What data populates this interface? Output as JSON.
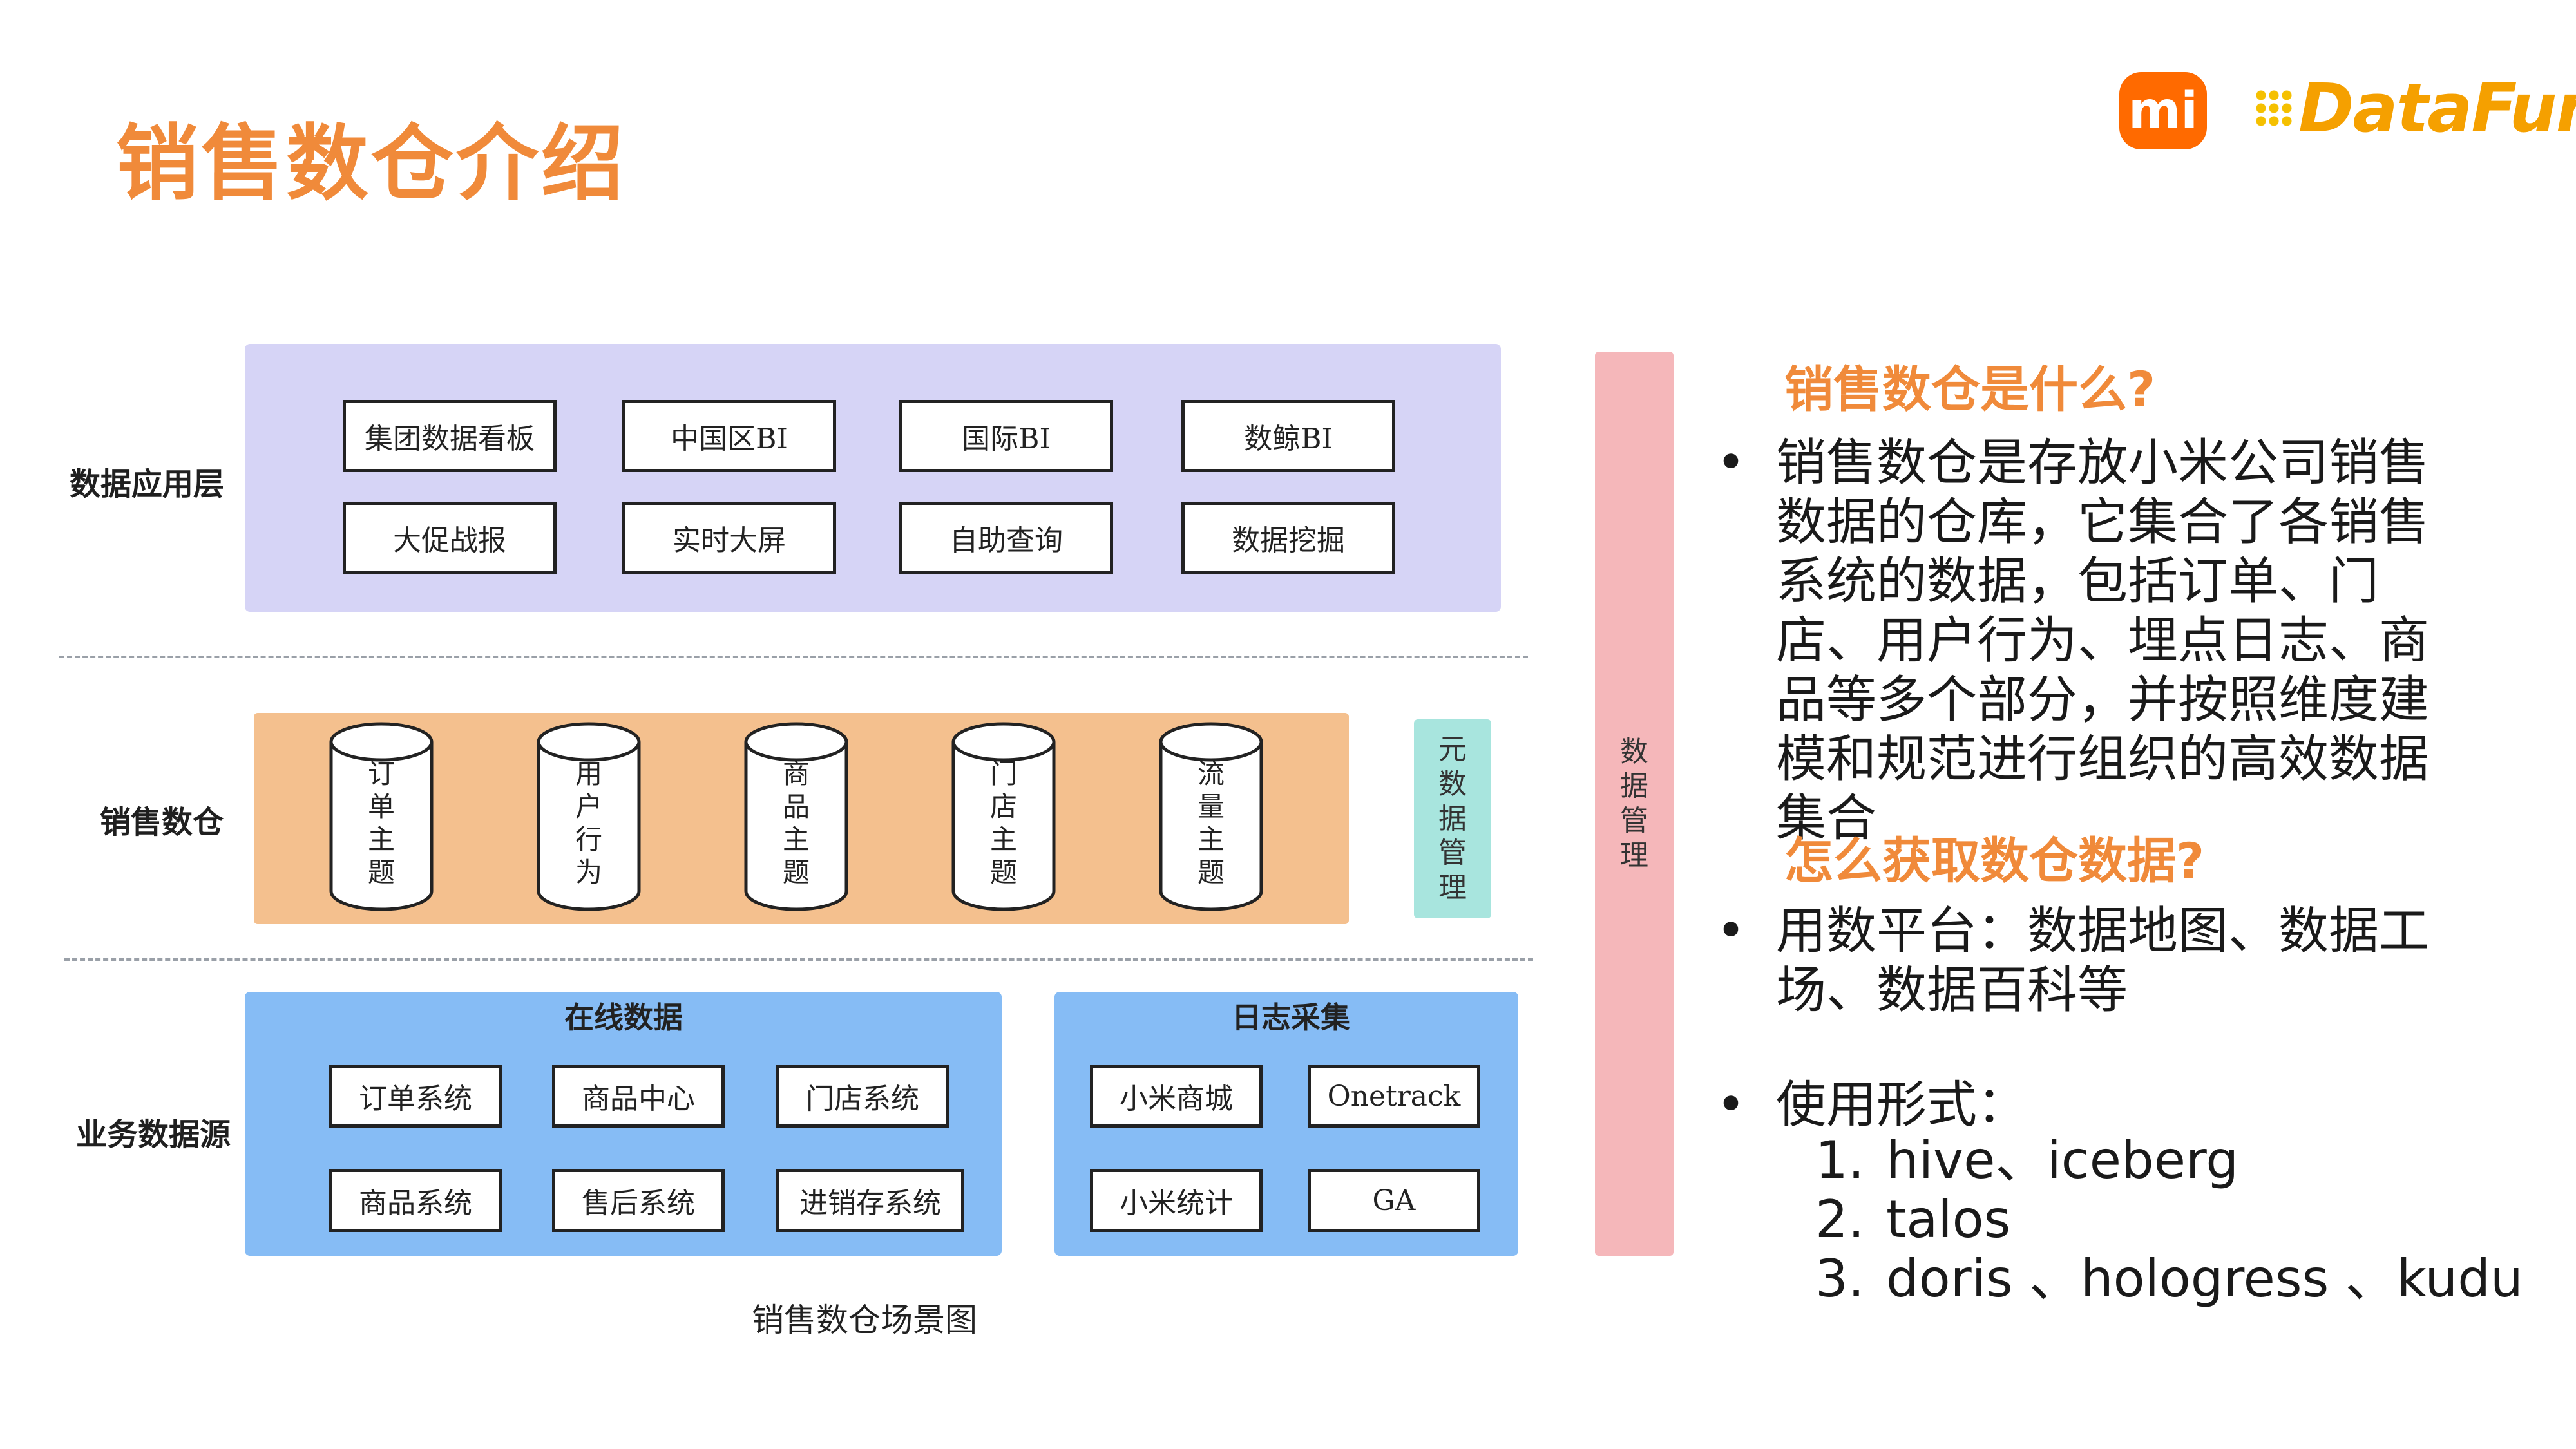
{
  "title": "销售数仓介绍",
  "logos": {
    "mi": "mi",
    "datafun": "DataFun."
  },
  "layers": {
    "app": {
      "label": "数据应用层"
    },
    "dw": {
      "label": "销售数仓"
    },
    "src": {
      "label": "业务数据源"
    }
  },
  "app_boxes": [
    "集团数据看板",
    "中国区BI",
    "国际BI",
    "数鲸BI",
    "大促战报",
    "实时大屏",
    "自助查询",
    "数据挖掘"
  ],
  "dw_topics": [
    "订单主题",
    "用户行为",
    "商品主题",
    "门店主题",
    "流量主题"
  ],
  "meta_mgmt": "元数据管理",
  "data_mgmt": "数据管理",
  "online": {
    "title": "在线数据",
    "boxes": [
      "订单系统",
      "商品中心",
      "门店系统",
      "商品系统",
      "售后系统",
      "进销存系统"
    ]
  },
  "log": {
    "title": "日志采集",
    "boxes": [
      "小米商城",
      "Onetrack",
      "小米统计",
      "GA"
    ]
  },
  "caption": "销售数仓场景图",
  "right": {
    "q1": "销售数仓是什么?",
    "a1": "销售数仓是存放小米公司销售数据的仓库，它集合了各销售系统的数据，包括订单、门店、用户行为、埋点日志、商品等多个部分，并按照维度建模和规范进行组织的高效数据集合",
    "q2": "怎么获取数仓数据?",
    "a2": "用数平台：数据地图、数据工场、数据百科等",
    "a3": "使用形式：",
    "list": [
      "hive、iceberg",
      "talos",
      "doris 、hologress 、kudu"
    ],
    "bullet": "•",
    "list_nums": [
      "1.",
      "2.",
      "3."
    ]
  }
}
